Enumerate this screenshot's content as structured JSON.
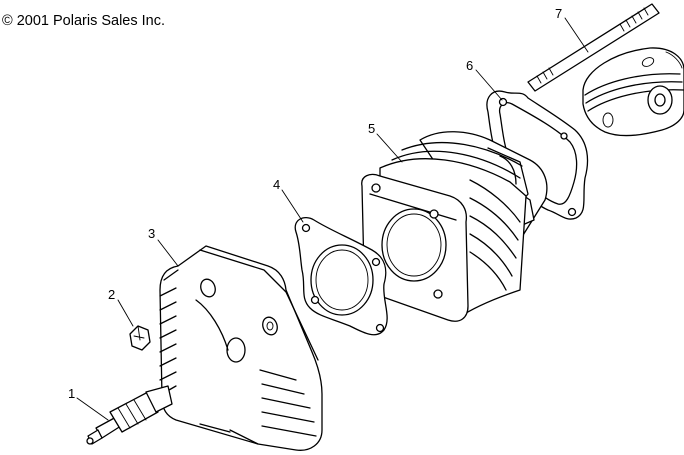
{
  "copyright": "© 2001 Polaris Sales Inc.",
  "callouts": [
    {
      "id": 1,
      "label": "1"
    },
    {
      "id": 2,
      "label": "2"
    },
    {
      "id": 3,
      "label": "3"
    },
    {
      "id": 4,
      "label": "4"
    },
    {
      "id": 5,
      "label": "5"
    },
    {
      "id": 6,
      "label": "6"
    },
    {
      "id": 7,
      "label": "7"
    }
  ]
}
